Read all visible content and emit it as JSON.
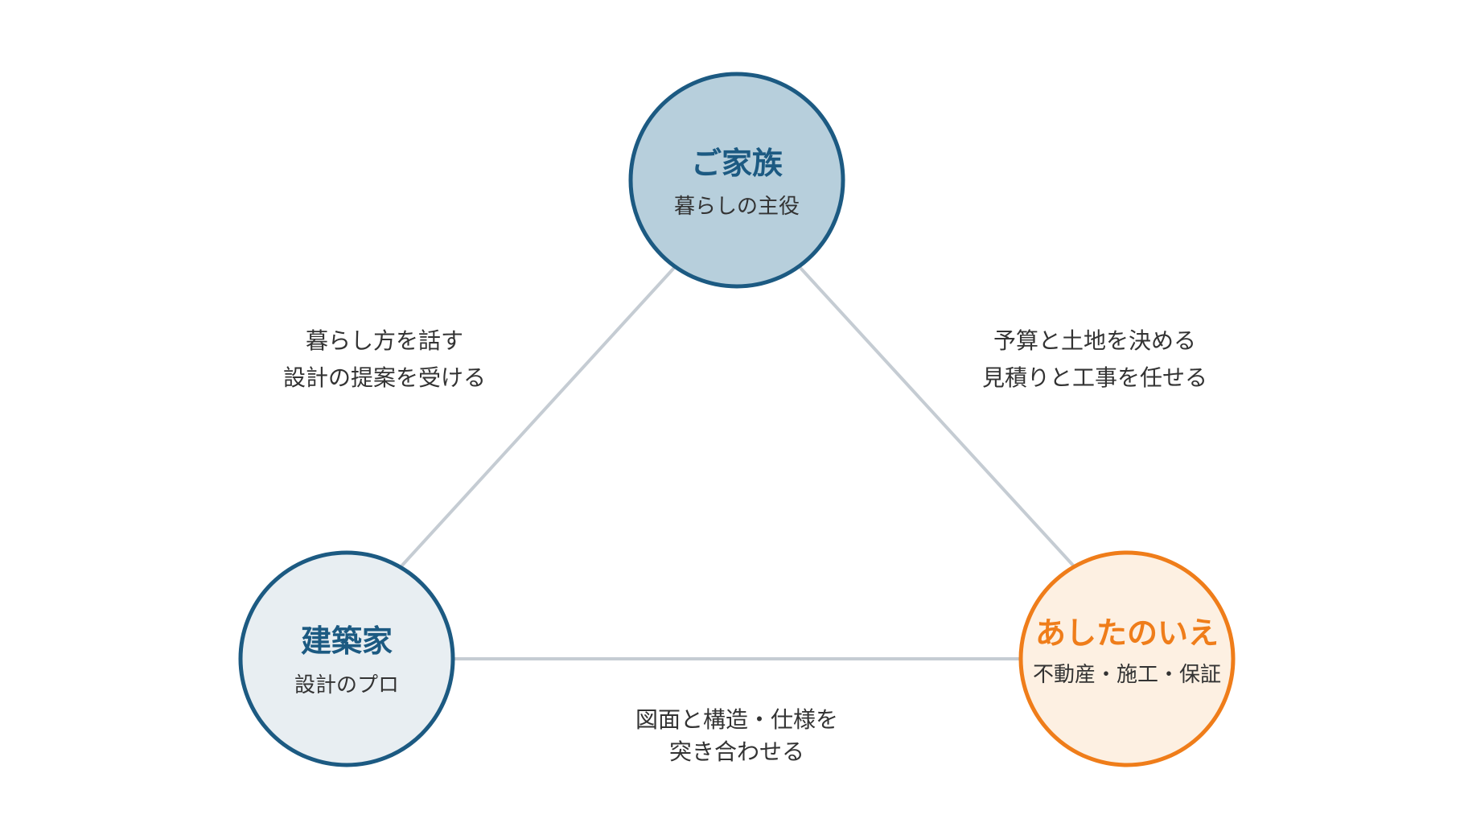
{
  "colors": {
    "edge": "#c5ccd3",
    "blue_dark": "#1c5a82",
    "orange": "#ef7d1a"
  },
  "nodes": {
    "family": {
      "title": "ご家族",
      "subtitle": "暮らしの主役",
      "fill": "#b7cfdc",
      "stroke": "#1c5a82",
      "title_color": "#1c5a82"
    },
    "architect": {
      "title": "建築家",
      "subtitle": "設計のプロ",
      "fill": "#e8eef2",
      "stroke": "#1c5a82",
      "title_color": "#1c5a82"
    },
    "ashita": {
      "title": "あしたのいえ",
      "subtitle": "不動産・施工・保証",
      "fill": "#fdf0e2",
      "stroke": "#ef7d1a",
      "title_color": "#ef7d1a"
    }
  },
  "edges": {
    "family_architect": {
      "line1": "暮らし方を話す",
      "line2": "設計の提案を受ける"
    },
    "family_ashita": {
      "line1": "予算と土地を決める",
      "line2": "見積りと工事を任せる"
    },
    "architect_ashita": {
      "line1": "図面と構造・仕様を",
      "line2": "突き合わせる"
    }
  }
}
